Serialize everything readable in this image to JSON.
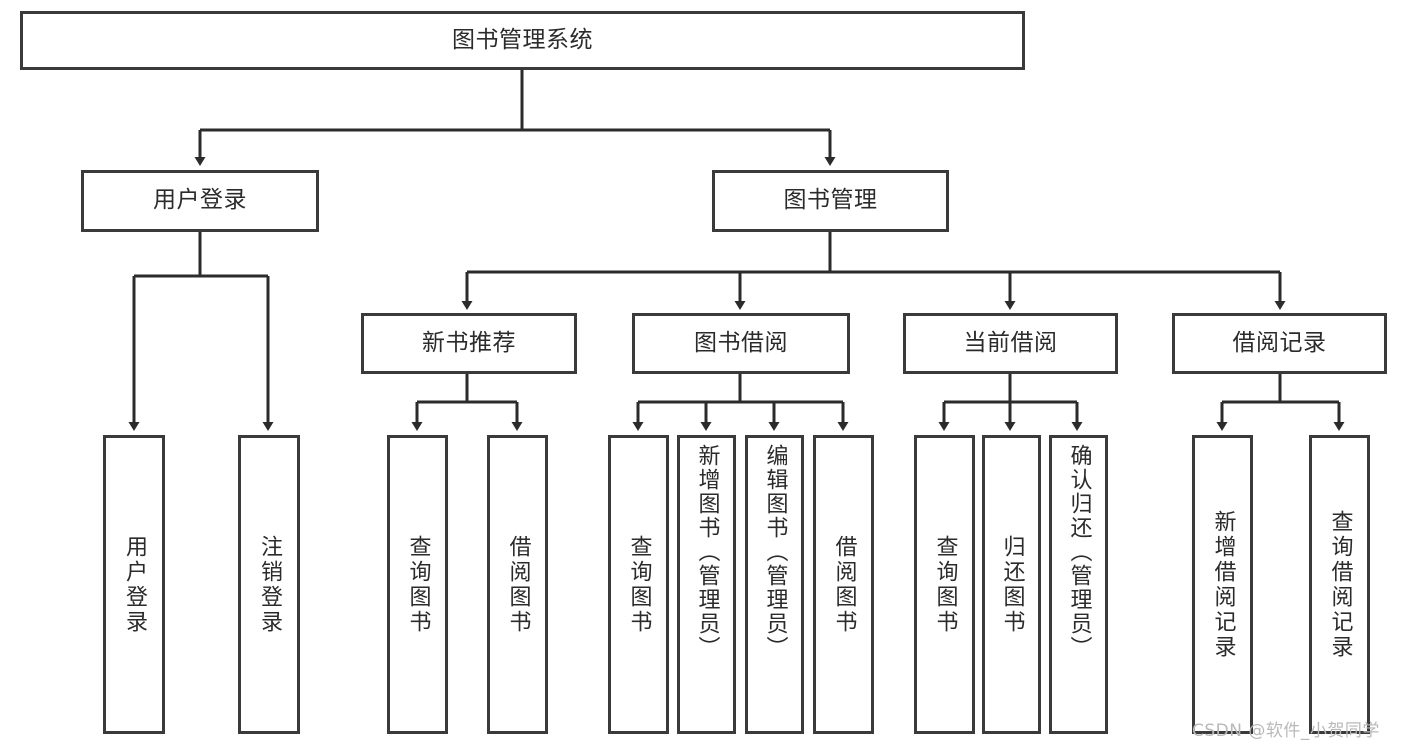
{
  "diagram": {
    "type": "tree-hierarchy-chart",
    "title": "图书管理系统",
    "colors": {
      "box_border": "#3a3a3a",
      "box_fill": "#ffffff",
      "connector": "#2b2b2b",
      "text": "#2b2b2b",
      "watermark": "#b9b9b9",
      "background": "#ffffff"
    },
    "root": {
      "id": "root",
      "label": "图书管理系统",
      "orientation": "horizontal"
    },
    "level2": [
      {
        "id": "user-login",
        "label": "用户登录",
        "orientation": "horizontal"
      },
      {
        "id": "book-management",
        "label": "图书管理",
        "orientation": "horizontal"
      }
    ],
    "level3": [
      {
        "id": "new-book-recommend",
        "label": "新书推荐",
        "orientation": "horizontal"
      },
      {
        "id": "book-borrow",
        "label": "图书借阅",
        "orientation": "horizontal"
      },
      {
        "id": "current-borrow",
        "label": "当前借阅",
        "orientation": "horizontal"
      },
      {
        "id": "borrow-record",
        "label": "借阅记录",
        "orientation": "horizontal"
      }
    ],
    "leaves": {
      "user_login": [
        {
          "id": "leaf-user-login",
          "label": "用户登录",
          "orientation": "vertical"
        },
        {
          "id": "leaf-logout-login",
          "label": "注销登录",
          "orientation": "vertical"
        }
      ],
      "new_book_recommend": [
        {
          "id": "leaf-query-book-1",
          "label": "查询图书",
          "orientation": "vertical"
        },
        {
          "id": "leaf-borrow-book-1",
          "label": "借阅图书",
          "orientation": "vertical"
        }
      ],
      "book_borrow": [
        {
          "id": "leaf-query-book-2",
          "label": "查询图书",
          "orientation": "vertical"
        },
        {
          "id": "leaf-add-book-admin",
          "label": "新增图书（管理员）",
          "orientation": "vertical"
        },
        {
          "id": "leaf-edit-book-admin",
          "label": "编辑图书（管理员）",
          "orientation": "vertical"
        },
        {
          "id": "leaf-borrow-book-2",
          "label": "借阅图书",
          "orientation": "vertical"
        }
      ],
      "current_borrow": [
        {
          "id": "leaf-query-book-3",
          "label": "查询图书",
          "orientation": "vertical"
        },
        {
          "id": "leaf-return-book",
          "label": "归还图书",
          "orientation": "vertical"
        },
        {
          "id": "leaf-confirm-return-admin",
          "label": "确认归还（管理员）",
          "orientation": "vertical"
        }
      ],
      "borrow_record": [
        {
          "id": "leaf-add-borrow-record",
          "label": "新增借阅记录",
          "orientation": "vertical"
        },
        {
          "id": "leaf-query-borrow-record",
          "label": "查询借阅记录",
          "orientation": "vertical"
        }
      ]
    },
    "watermark": "CSDN @软件_小贺同学"
  }
}
